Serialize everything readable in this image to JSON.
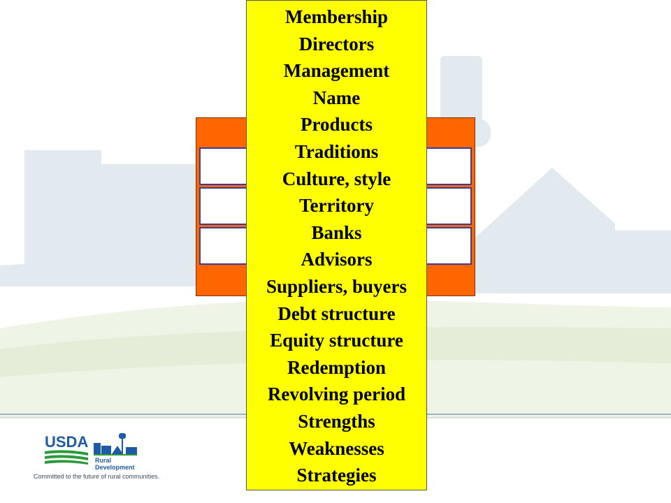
{
  "list": {
    "items": [
      "Membership",
      "Directors",
      "Management",
      "Name",
      "Products",
      "Traditions",
      "Culture, style",
      "Territory",
      "Banks",
      "Advisors",
      "Suppliers, buyers",
      "Debt structure",
      "Equity structure",
      "Redemption",
      "Revolving period",
      "Strengths",
      "Weaknesses",
      "Strategies"
    ]
  },
  "logo": {
    "usda": "USDA",
    "line1": "Rural",
    "line2": "Development",
    "tagline": "Committed to the future of rural communities."
  },
  "colors": {
    "panel": "#ffff00",
    "diagram": "#ff6600",
    "usda_blue": "#1f5aa6",
    "usda_green": "#2a9a3a"
  }
}
